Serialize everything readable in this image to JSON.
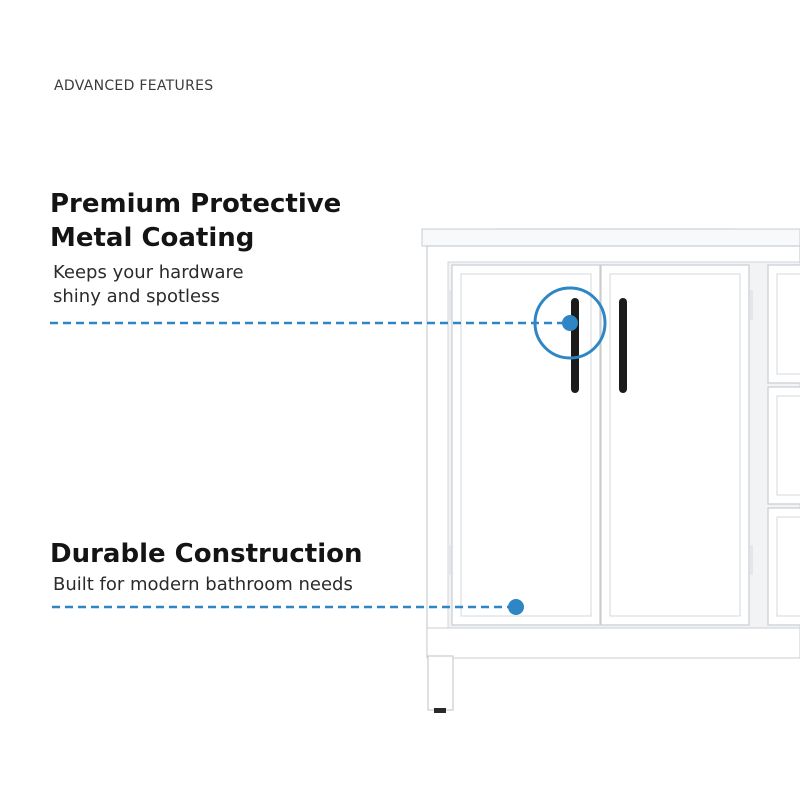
{
  "section_label": "ADVANCED FEATURES",
  "features": [
    {
      "title_line1": "Premium Protective",
      "title_line2": "Metal Coating",
      "desc_line1": "Keeps your hardware",
      "desc_line2": "shiny and spotless"
    },
    {
      "title_line1": "Durable Construction",
      "desc_line1": "Built for modern bathroom needs"
    }
  ],
  "colors": {
    "accent": "#2f86c4",
    "cabinet": "#ffffff",
    "cabinet_outline": "#c9cdd2",
    "handle": "#1b1b1b",
    "text": "#141414"
  }
}
